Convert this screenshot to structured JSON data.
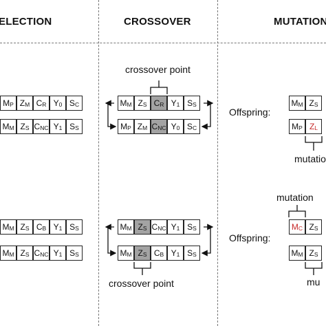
{
  "headers": {
    "selection": "ELECTION",
    "crossover": "CROSSOVER",
    "mutation": "MUTATION"
  },
  "selection": {
    "top": [
      [
        "MP",
        "ZM",
        "CR",
        "Y0",
        "SC"
      ],
      [
        "MM",
        "ZS",
        "CNC",
        "Y1",
        "SS"
      ]
    ],
    "bottom": [
      [
        "MM",
        "ZS",
        "CB",
        "Y1",
        "SS"
      ],
      [
        "MM",
        "ZS",
        "CNC",
        "Y1",
        "SS"
      ]
    ]
  },
  "crossover": {
    "top_label": "crossover point",
    "bottom_label": "crossover point",
    "top": [
      [
        "MM",
        "ZS",
        "CR",
        "Y1",
        "SS"
      ],
      [
        "MP",
        "ZM",
        "CNC",
        "Y0",
        "SC"
      ]
    ],
    "bottom": [
      [
        "MM",
        "ZS",
        "CNC",
        "Y1",
        "SS"
      ],
      [
        "MM",
        "ZS",
        "CB",
        "Y1",
        "SS"
      ]
    ]
  },
  "mutation": {
    "offspring_label_top": "Offspring:",
    "offspring_label_bottom": "Offspring:",
    "top_mutation_label": "mutatio",
    "bottom_mutation_label_above": "mutation",
    "bottom_mutation_label_below": "mu",
    "top": [
      [
        "MM",
        "ZS"
      ],
      [
        "MP",
        "ZL"
      ]
    ],
    "bottom": [
      [
        "MC",
        "ZS"
      ],
      [
        "MM",
        "ZS"
      ]
    ]
  },
  "colors": {
    "shaded_gene": "#a3a3a3",
    "mutated_text": "#c62828",
    "divider": "#777777"
  }
}
